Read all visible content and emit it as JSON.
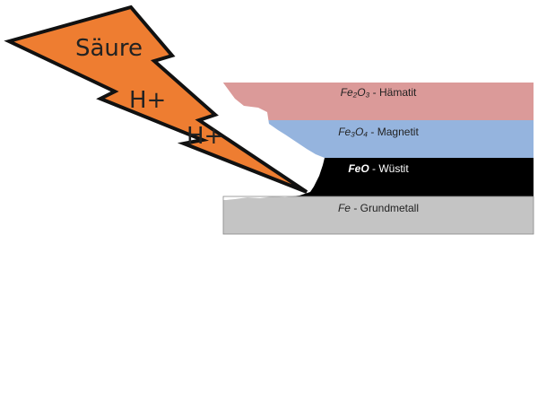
{
  "bolt": {
    "label": "Säure",
    "ion_1": "H+",
    "ion_2": "H+",
    "fill_color": "#ee7d31",
    "stroke_color": "#111111"
  },
  "layers": [
    {
      "formula": "Fe₂O₃",
      "name": " - Hämatit",
      "color": "#db9a99",
      "text_color": "#222222"
    },
    {
      "formula": "Fe₃O₄",
      "name": " - Magnetit",
      "color": "#95b4de",
      "text_color": "#222222"
    },
    {
      "formula": "FeO",
      "name": " - Wüstit",
      "color": "#000000",
      "text_color": "#ffffff"
    },
    {
      "formula": "Fe",
      "name": " - Grundmetall",
      "color": "#c4c4c4",
      "text_color": "#222222"
    }
  ]
}
